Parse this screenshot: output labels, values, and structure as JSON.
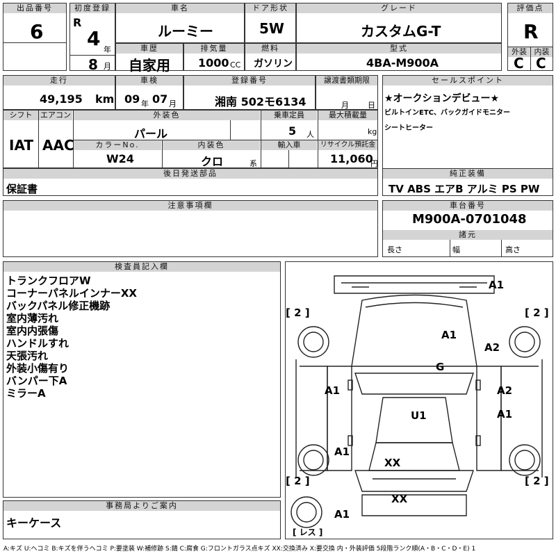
{
  "header": {
    "lot_label": "出品番号",
    "lot": "6",
    "first_reg_label": "初度登録",
    "era": "R",
    "year": "4",
    "year_unit": "年",
    "month": "8",
    "month_unit": "月",
    "model_label": "車名",
    "model": "ルーミー",
    "door_label": "ドア形状",
    "door": "5W",
    "grade_label": "グレード",
    "grade": "カスタムG-T",
    "score_label": "評価点",
    "score": "R",
    "history_label": "車歴",
    "history": "自家用",
    "displacement_label": "排気量",
    "displacement": "1000",
    "displacement_unit": "CC",
    "fuel_label": "燃料",
    "fuel": "ガソリン",
    "type_label": "型式",
    "type": "4BA-M900A",
    "ext_label": "外装",
    "ext": "C",
    "int_label": "内装",
    "int": "C"
  },
  "row2": {
    "mileage_label": "走行",
    "mileage": "49,195",
    "mileage_unit": "km",
    "inspection_label": "車検",
    "insp_year": "09",
    "insp_year_unit": "年",
    "insp_month": "07",
    "insp_month_unit": "月",
    "plate_label": "登録番号",
    "plate": "湘南 502モ6134",
    "transfer_label": "譲渡書類期限",
    "transfer_month_unit": "月",
    "transfer_day_unit": "日",
    "selling_label": "セールスポイント",
    "selling_points": [
      "★オークションデビュー★",
      "ビルトインETC、バックガイドモニター",
      "シートヒーター"
    ]
  },
  "row3": {
    "shift_label": "シフト",
    "shift": "IAT",
    "ac_label": "エアコン",
    "ac": "AAC",
    "color_label": "外装色",
    "color": "パール",
    "capacity_label": "乗車定員",
    "capacity": "5",
    "capacity_unit": "人",
    "max_load_label": "最大積載量",
    "max_load_unit": "kg",
    "color_no_label": "カラーNo.",
    "color_no": "W24",
    "int_color_label": "内装色",
    "int_color": "クロ",
    "int_color_unit": "系",
    "import_label": "輸入車",
    "recycle_label": "リサイクル預託金",
    "recycle": "11,060",
    "recycle_unit": "円"
  },
  "parts": {
    "label": "後日発送部品",
    "value": "保証書"
  },
  "equipment": {
    "label": "純正装備",
    "value": "TV ABS エアB アルミ PS PW"
  },
  "notes": {
    "label": "注意事項欄"
  },
  "chassis": {
    "label": "車台番号",
    "value": "M900A-0701048",
    "dims_label": "諸元",
    "length": "長さ",
    "width": "幅",
    "height": "高さ"
  },
  "inspector": {
    "label": "検査員記入欄",
    "items": [
      "トランクフロアW",
      "コーナーパネルインナーXX",
      "バックパネル修正機跡",
      "室内薄汚れ",
      "室内内張傷",
      "ハンドルすれ",
      "天張汚れ",
      "外装小傷有り",
      "バンパー下A",
      "ミラーA"
    ]
  },
  "office": {
    "label": "事務局よりご案内",
    "value": "キーケース"
  },
  "diagram": {
    "tire_tl": "[ 2 ]",
    "tire_tr": "[ 2 ]",
    "tire_bl": "[ 2 ]",
    "tire_br": "[ 2 ]",
    "spare": "[ レス ]",
    "marks": [
      "A1",
      "A1",
      "A2",
      "G",
      "A1",
      "A2",
      "A1",
      "U1",
      "A1",
      "XX",
      "XX",
      "A1"
    ]
  },
  "legend": "A:キズ U:ヘコミ B:キズを伴うヘコミ P:要塗装 W:補修跡 S:錆 C:腐食 G:フロントガラス点キズ XX:交換済み X:要交換 内・外装評価 5段階ランク順(A・B・C・D・E) 1"
}
